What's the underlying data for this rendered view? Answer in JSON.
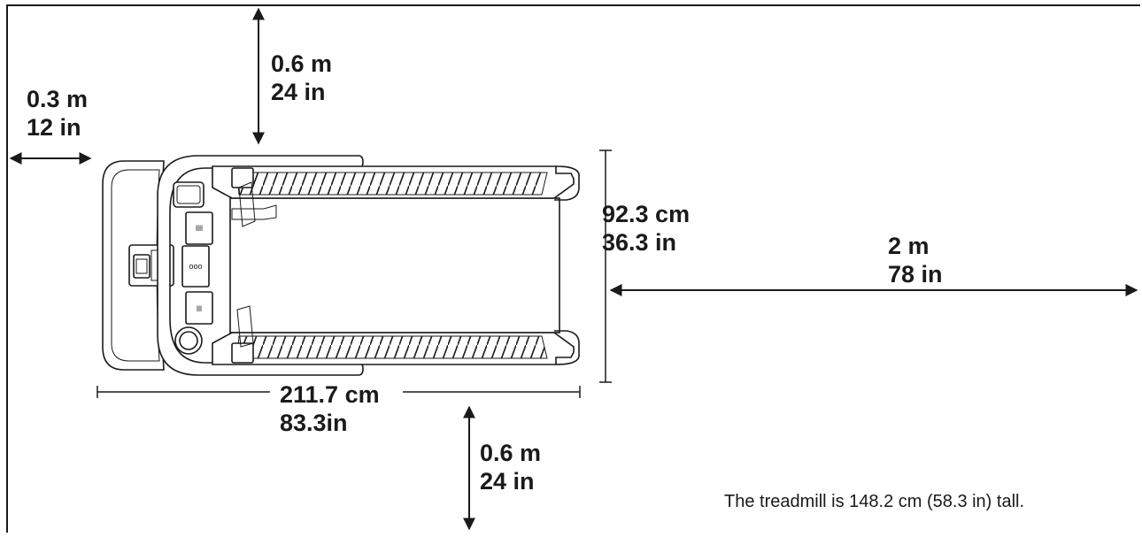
{
  "diagram": {
    "clearance_top": {
      "line1": "0.6 m",
      "line2": "24 in"
    },
    "clearance_left": {
      "line1": "0.3 m",
      "line2": "12 in"
    },
    "width_dim": {
      "line1": "92.3 cm",
      "line2": "36.3 in"
    },
    "clearance_rear": {
      "line1": "2 m",
      "line2": "78 in"
    },
    "length_dim": {
      "line1": "211.7 cm",
      "line2": "83.3in"
    },
    "clearance_bottom": {
      "line1": "0.6 m",
      "line2": "24 in"
    },
    "height_note": "The treadmill is 148.2 cm (58.3 in) tall."
  }
}
